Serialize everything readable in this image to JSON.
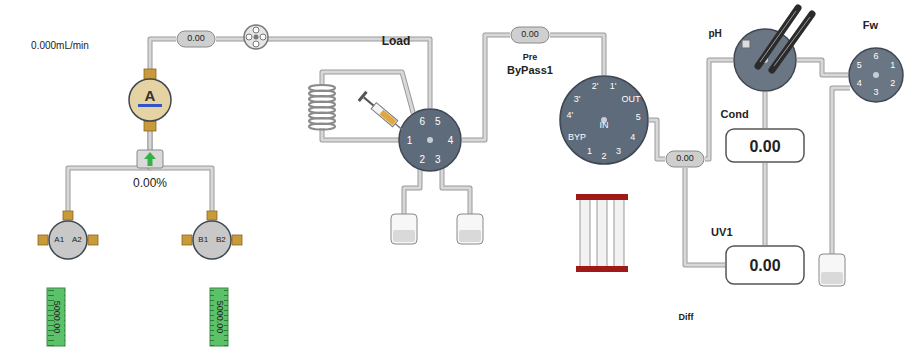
{
  "diagram": {
    "nodes": [
      {
        "text": [
          "0.00"
        ]
      },
      {
        "text": [
          "A"
        ]
      },
      {
        "text": [
          "A1",
          "A2"
        ]
      },
      {
        "text": [
          "B1",
          "B2"
        ]
      },
      {
        "text": [
          "6",
          "5",
          "1",
          "4",
          "2",
          "3"
        ]
      },
      {
        "text": [
          "0.00",
          "Pre"
        ]
      },
      {
        "text": [
          "2'",
          "1'",
          "OUT",
          "3'",
          "4'",
          "IN",
          "BYP",
          "5",
          "4",
          "1",
          "2",
          "3"
        ]
      },
      {
        "text": [
          "0.00"
        ]
      },
      {
        "text": [
          "pH"
        ]
      },
      {
        "text": [
          "Cond",
          "0.00"
        ]
      },
      {
        "text": [
          "UV1",
          "0.00"
        ]
      },
      {
        "text": [
          "Fw",
          "6",
          "1",
          "2",
          "3",
          "4",
          "5"
        ]
      }
    ],
    "edges": [
      {
        "from": 2,
        "to": 1,
        "arrow": "none"
      },
      {
        "from": 3,
        "to": 1,
        "arrow": "none"
      },
      {
        "from": 1,
        "to": 0,
        "arrow": "none"
      },
      {
        "from": 0,
        "to": 4,
        "arrow": "none"
      },
      {
        "from": 4,
        "to": 5,
        "arrow": "none"
      },
      {
        "from": 5,
        "to": 6,
        "arrow": "none"
      },
      {
        "from": 6,
        "to": 7,
        "arrow": "none"
      },
      {
        "from": 7,
        "to": 8,
        "arrow": "none"
      },
      {
        "from": 8,
        "to": 9,
        "arrow": "none"
      },
      {
        "from": 9,
        "to": 10,
        "arrow": "none"
      },
      {
        "from": 8,
        "to": 11,
        "arrow": "none"
      },
      {
        "from": 7,
        "to": 10,
        "arrow": "none"
      }
    ],
    "labels": [
      "0.000mL/min",
      "0.00%",
      "5000.00",
      "5000.00",
      "Load",
      "ByPass1",
      "Diff"
    ]
  }
}
